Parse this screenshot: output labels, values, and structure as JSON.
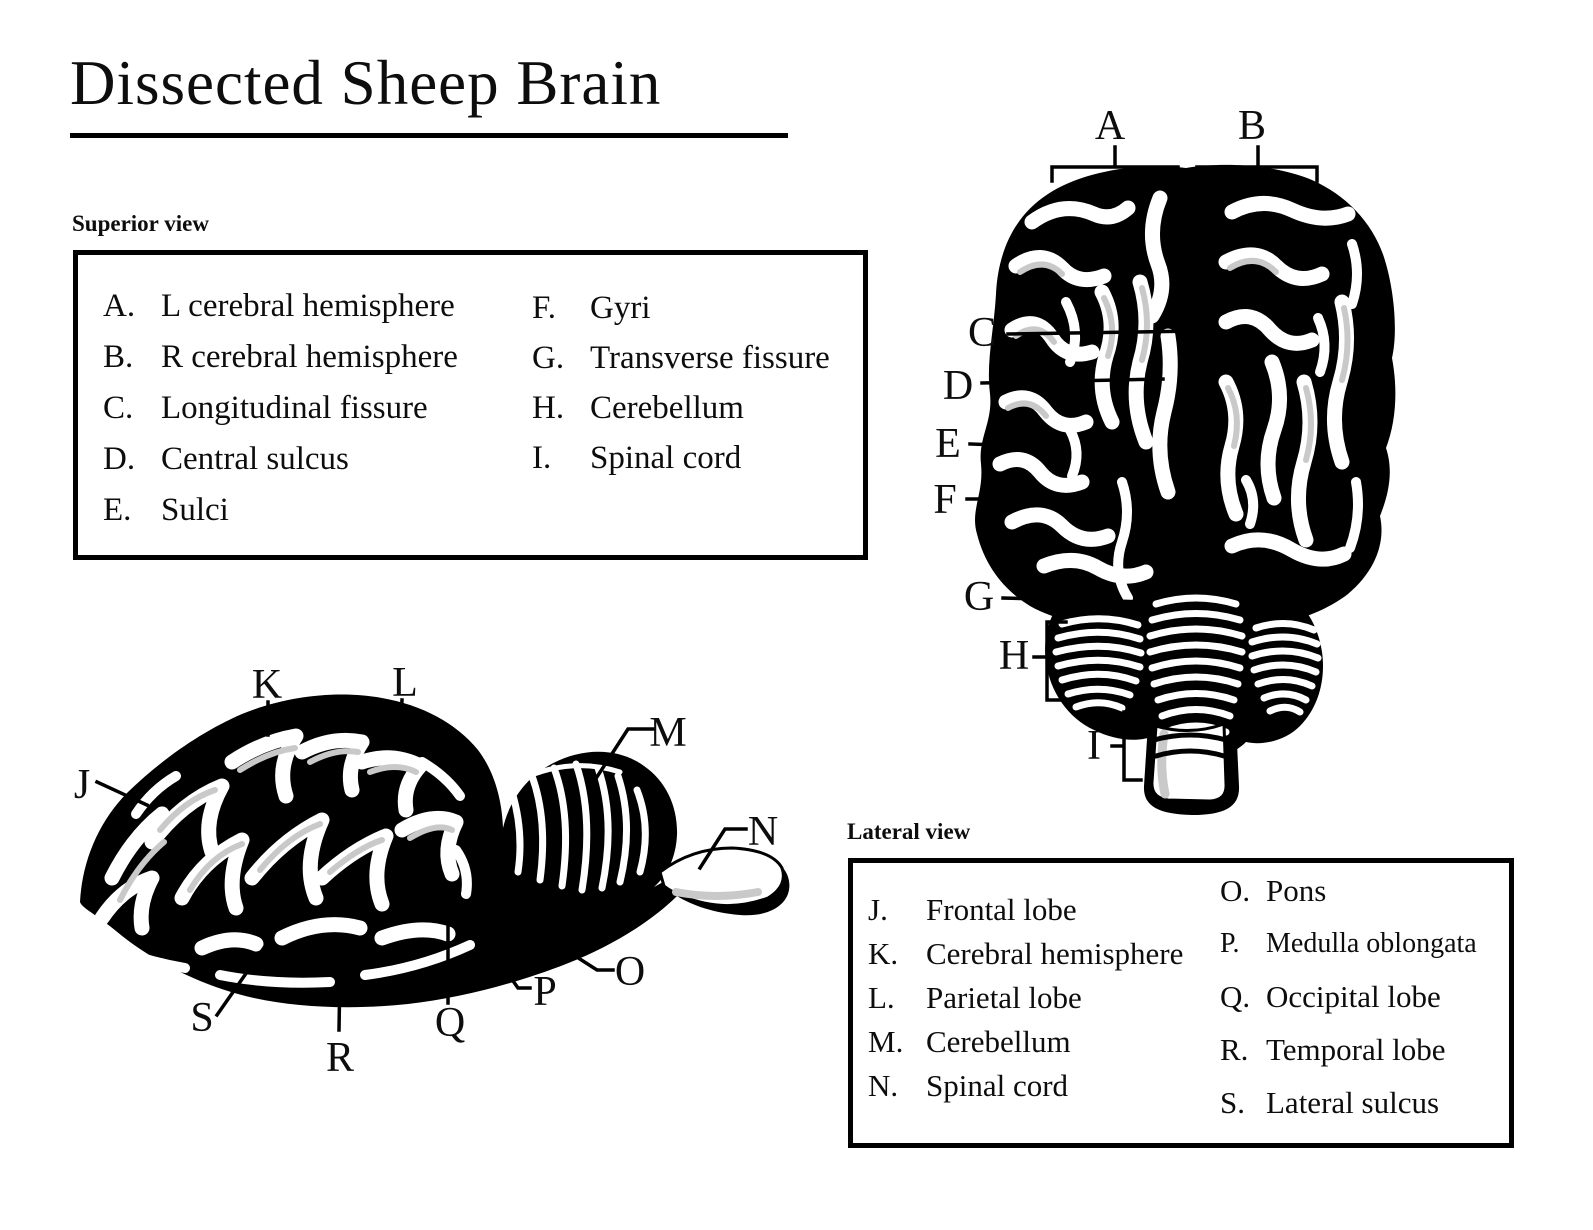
{
  "title": "Dissected Sheep Brain",
  "superior_legend": {
    "heading": "Superior view",
    "col1": [
      {
        "letter": "A.",
        "label": "L cerebral hemisphere"
      },
      {
        "letter": "B.",
        "label": "R cerebral hemisphere"
      },
      {
        "letter": "C.",
        "label": "Longitudinal fissure"
      },
      {
        "letter": "D.",
        "label": "Central sulcus"
      },
      {
        "letter": "E.",
        "label": "Sulci"
      }
    ],
    "col2": [
      {
        "letter": "F.",
        "label": "Gyri"
      },
      {
        "letter": "G.",
        "label": "Transverse fissure"
      },
      {
        "letter": "H.",
        "label": "Cerebellum"
      },
      {
        "letter": "I.",
        "label": "Spinal cord"
      }
    ]
  },
  "lateral_legend": {
    "heading": "Lateral view",
    "col1": [
      {
        "letter": "J.",
        "label": "Frontal lobe"
      },
      {
        "letter": "K.",
        "label": "Cerebral hemisphere"
      },
      {
        "letter": "L.",
        "label": "Parietal lobe"
      },
      {
        "letter": "M.",
        "label": "Cerebellum"
      },
      {
        "letter": "N.",
        "label": "Spinal cord"
      }
    ],
    "col2": [
      {
        "letter": "O.",
        "label": "Pons"
      },
      {
        "letter": "P.",
        "label": "Medulla oblongata"
      },
      {
        "letter": "Q.",
        "label": "Occipital lobe"
      },
      {
        "letter": "R.",
        "label": "Temporal lobe"
      },
      {
        "letter": "S.",
        "label": "Lateral sulcus"
      }
    ]
  },
  "superior_figure": {
    "labels": [
      "A",
      "B",
      "C",
      "D",
      "E",
      "F",
      "G",
      "H",
      "I"
    ]
  },
  "lateral_figure": {
    "labels": [
      "J",
      "K",
      "L",
      "M",
      "N",
      "O",
      "P",
      "Q",
      "R",
      "S"
    ]
  },
  "colors": {
    "ink": "#000000",
    "paper": "#ffffff",
    "shade": "#c9c9c9"
  }
}
